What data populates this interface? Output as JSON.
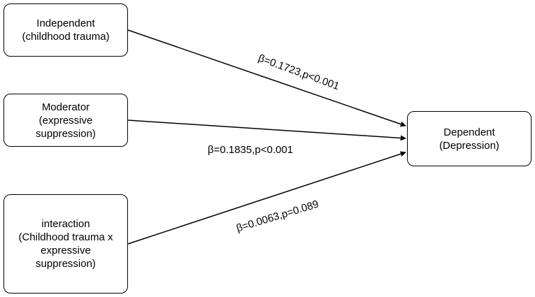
{
  "nodes": {
    "independent": {
      "lines": [
        "Independent",
        "(childhood trauma)"
      ]
    },
    "moderator": {
      "lines": [
        "Moderator",
        "(expressive",
        "suppression)"
      ]
    },
    "interaction": {
      "lines": [
        "interaction",
        "(Childhood trauma x",
        "expressive",
        "suppression)"
      ]
    },
    "dependent": {
      "lines": [
        "Dependent",
        "(Depression)"
      ]
    }
  },
  "edges": {
    "independent_to_dependent": {
      "label": "β=0.1723,p<0.001"
    },
    "moderator_to_dependent": {
      "label": "β=0.1835,p<0.001"
    },
    "interaction_to_dependent": {
      "label": "β=0.0063,p=0.089"
    }
  },
  "colors": {
    "stroke": "#000000",
    "text": "#000000",
    "background": "#ffffff"
  }
}
